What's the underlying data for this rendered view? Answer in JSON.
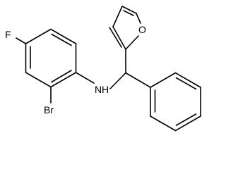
{
  "molecule": {
    "atoms": {
      "fluorine": "F",
      "bromine": "Br",
      "amine": "N",
      "amine_hydrogen": "H",
      "furan_oxygen": "O"
    }
  },
  "colors": {
    "bond": "#000000",
    "label": "#000000",
    "background": "#ffffff"
  }
}
